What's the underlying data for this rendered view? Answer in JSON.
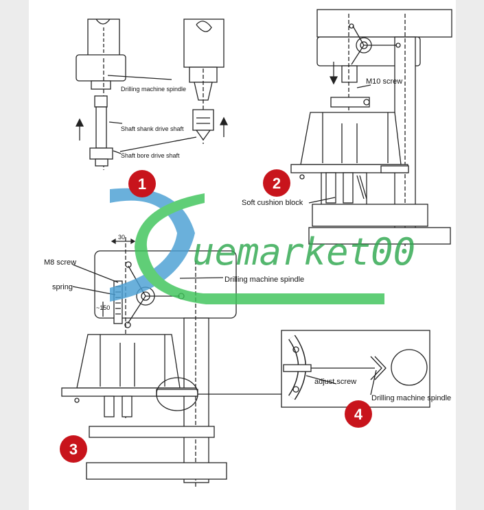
{
  "labels": {
    "spindle_1": "Drilling machine spindle",
    "shank_shaft": "Shaft shank drive shaft",
    "bore_shaft": "Shaft bore drive shaft",
    "m10_screw": "M10 screw",
    "soft_cushion": "Soft cushion block",
    "m8_screw": "M8 screw",
    "spring": "spring",
    "spindle_3": "Drilling machine spindle",
    "adjust_screw": "adjust screw",
    "spindle_4": "Drilling machine spindle"
  },
  "dimensions": {
    "d30": "30",
    "d150": "~150"
  },
  "badges": [
    "1",
    "2",
    "3",
    "4"
  ],
  "watermark": "uemarket00",
  "colors": {
    "badge": "#c8141c",
    "watermark_green": "#3ec45a",
    "watermark_blue": "#4a9fd4",
    "line": "#222222"
  }
}
